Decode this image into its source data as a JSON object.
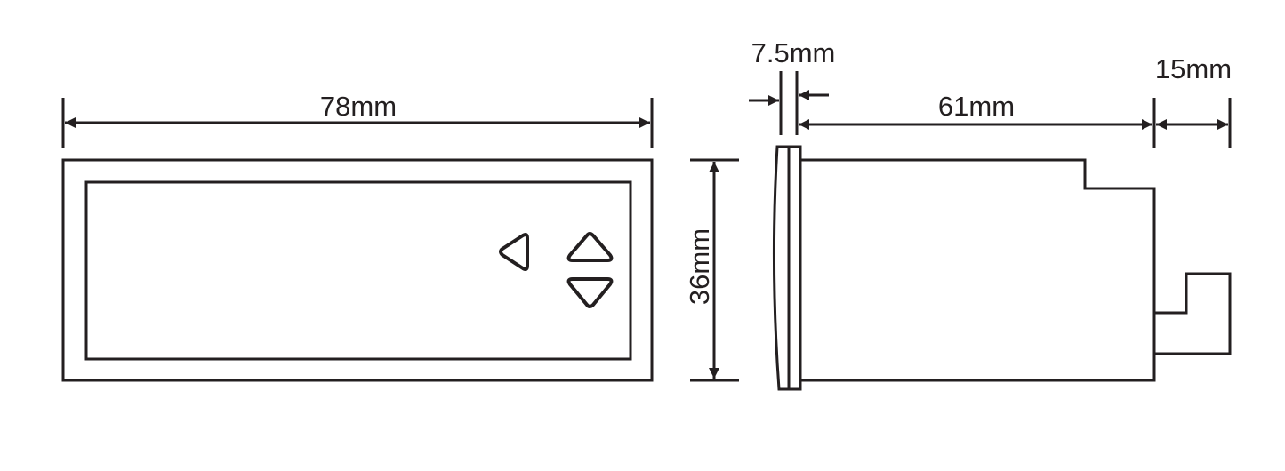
{
  "front_view": {
    "width_label": "78mm",
    "height_label": "36mm",
    "buttons": [
      {
        "icon": "triangle-left-icon"
      },
      {
        "icon": "triangle-up-icon"
      },
      {
        "icon": "triangle-down-icon"
      }
    ]
  },
  "side_view": {
    "bezel_label": "7.5mm",
    "body_label": "61mm",
    "connector_label": "15mm"
  },
  "colors": {
    "line": "#231f20",
    "background": "#ffffff"
  }
}
